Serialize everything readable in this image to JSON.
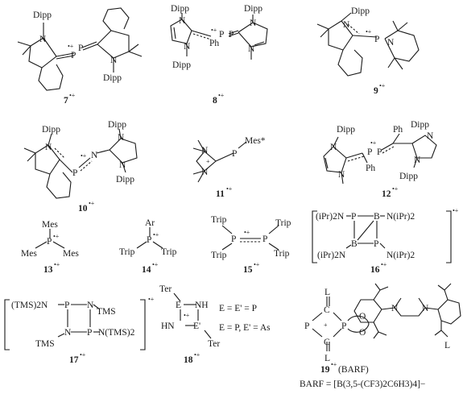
{
  "compounds": {
    "c7": {
      "id": "7",
      "charge": "•+",
      "labels": {
        "p1": "P",
        "p2": "P",
        "n1": "N",
        "n2": "N",
        "dipp1": "Dipp",
        "dipp2": "Dipp",
        "rad": "•+"
      }
    },
    "c8": {
      "id": "8",
      "charge": "•+",
      "labels": {
        "p1": "P",
        "p2": "P",
        "n1": "N",
        "n2": "N",
        "n3": "N",
        "n4": "N",
        "dipp1": "Dipp",
        "dipp2": "Dipp",
        "ph": "Ph",
        "rad": "•+"
      }
    },
    "c9": {
      "id": "9",
      "charge": "•+",
      "labels": {
        "p": "P",
        "n1": "N",
        "n2": "N",
        "dipp": "Dipp",
        "rad": "•+"
      }
    },
    "c10": {
      "id": "10",
      "charge": "•+",
      "labels": {
        "p": "P",
        "n": "N",
        "n1": "N",
        "n2": "N",
        "n3": "N",
        "dipp1": "Dipp",
        "dipp2": "Dipp",
        "dipp3": "Dipp",
        "rad": "•+"
      }
    },
    "c11": {
      "id": "11",
      "charge": "•+",
      "labels": {
        "p": "P",
        "mes": "Mes*",
        "n1": "N",
        "n2": "N",
        "rad": "+"
      }
    },
    "c12": {
      "id": "12",
      "charge": "•+",
      "labels": {
        "p1": "P",
        "p2": "P",
        "n1": "N",
        "n2": "N",
        "n3": "N",
        "n4": "N",
        "dipp1": "Dipp",
        "dipp2": "Dipp",
        "ph1": "Ph",
        "ph2": "Ph",
        "rad": "•+"
      }
    },
    "c13": {
      "id": "13",
      "charge": "•+",
      "labels": {
        "p": "P",
        "mes1": "Mes",
        "mes2": "Mes",
        "mes3": "Mes",
        "rad": "•+"
      }
    },
    "c14": {
      "id": "14",
      "charge": "•+",
      "labels": {
        "p": "P",
        "ar": "Ar",
        "trip1": "Trip",
        "trip2": "Trip",
        "rad": "•+"
      }
    },
    "c15": {
      "id": "15",
      "charge": "•+",
      "labels": {
        "p1": "P",
        "p2": "P",
        "trip1": "Trip",
        "trip2": "Trip",
        "trip3": "Trip",
        "trip4": "Trip",
        "rad": "•+"
      }
    },
    "c16": {
      "id": "16",
      "charge": "•+",
      "labels": {
        "p1": "P",
        "p2": "P",
        "b1": "B",
        "b2": "B",
        "nl1": "(iPr)2N",
        "nr1": "N(iPr)2",
        "nl2": "(iPr)2N",
        "nr2": "N(iPr)2",
        "charge": "•+"
      }
    },
    "c17": {
      "id": "17",
      "charge": "•+",
      "labels": {
        "p1": "P",
        "p2": "P",
        "n1": "N",
        "n2": "N",
        "tl": "(TMS)2N",
        "tr": "TMS",
        "bl": "TMS",
        "br": "N(TMS)2",
        "charge": "•+"
      }
    },
    "c18": {
      "id": "18",
      "charge": "•+",
      "labels": {
        "e1": "E",
        "e2": "E'",
        "nh1": "NH",
        "nh2": "HN",
        "ter1": "Ter",
        "ter2": "Ter",
        "rad": "•+",
        "eq1": "E = E' = P",
        "eq2": "E = P, E' = As"
      }
    },
    "c19": {
      "id": "19",
      "charge": "•+",
      "labels": {
        "p1": "P",
        "p2": "P",
        "c1": "C",
        "c2": "C",
        "l1": "L",
        "l2": "L",
        "o1": "O",
        "o2": "O",
        "l_lig": "L",
        "n1": "N",
        "n2": "N",
        "rad": "+",
        "suffix": "(BARF)",
        "barf": "BARF = [B(3,5-(CF3)2C6H3)4]−"
      }
    }
  }
}
